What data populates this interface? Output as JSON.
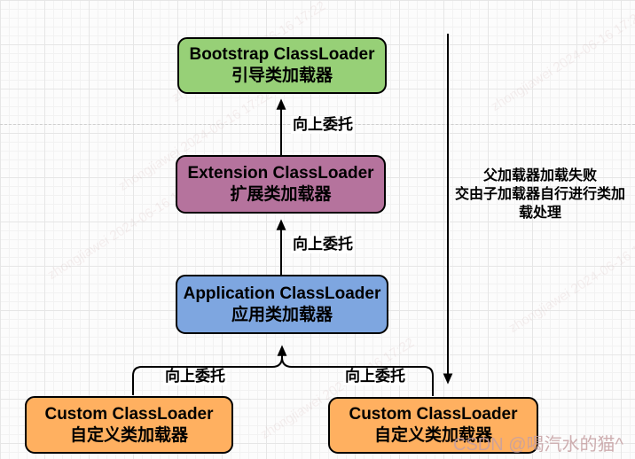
{
  "diagram": {
    "nodes": [
      {
        "title": "Bootstrap ClassLoader",
        "subtitle": "引导类加载器",
        "fill": "#97D077"
      },
      {
        "title": "Extension ClassLoader",
        "subtitle": "扩展类加载器",
        "fill": "#B5739D"
      },
      {
        "title": "Application ClassLoader",
        "subtitle": "应用类加载器",
        "fill": "#7EA6E0"
      },
      {
        "title": "Custom ClassLoader",
        "subtitle": "自定义类加载器",
        "fill": "#FFB060"
      },
      {
        "title": "Custom ClassLoader",
        "subtitle": "自定义类加载器",
        "fill": "#FFB060"
      }
    ],
    "edges": [
      {
        "from": "Extension ClassLoader",
        "to": "Bootstrap ClassLoader",
        "label": "向上委托"
      },
      {
        "from": "Application ClassLoader",
        "to": "Extension ClassLoader",
        "label": "向上委托"
      },
      {
        "from": "Custom ClassLoader (left)",
        "to": "Application ClassLoader",
        "label": "向上委托"
      },
      {
        "from": "Custom ClassLoader (right)",
        "to": "Application ClassLoader",
        "label": "向上委托"
      },
      {
        "from": "top",
        "to": "Custom ClassLoader (right)",
        "label": ""
      }
    ],
    "side_note_lines": [
      "父加载器加载失败",
      "交由子加载器自行进行类加",
      "载处理"
    ],
    "stroke_color": "#000000"
  },
  "watermarks": {
    "csdn": "CSDN @喝汽水的猫^",
    "csdn_color": "#c5a0a2",
    "diagonal": "zhongjiawei 2024-06-16 17:22"
  }
}
